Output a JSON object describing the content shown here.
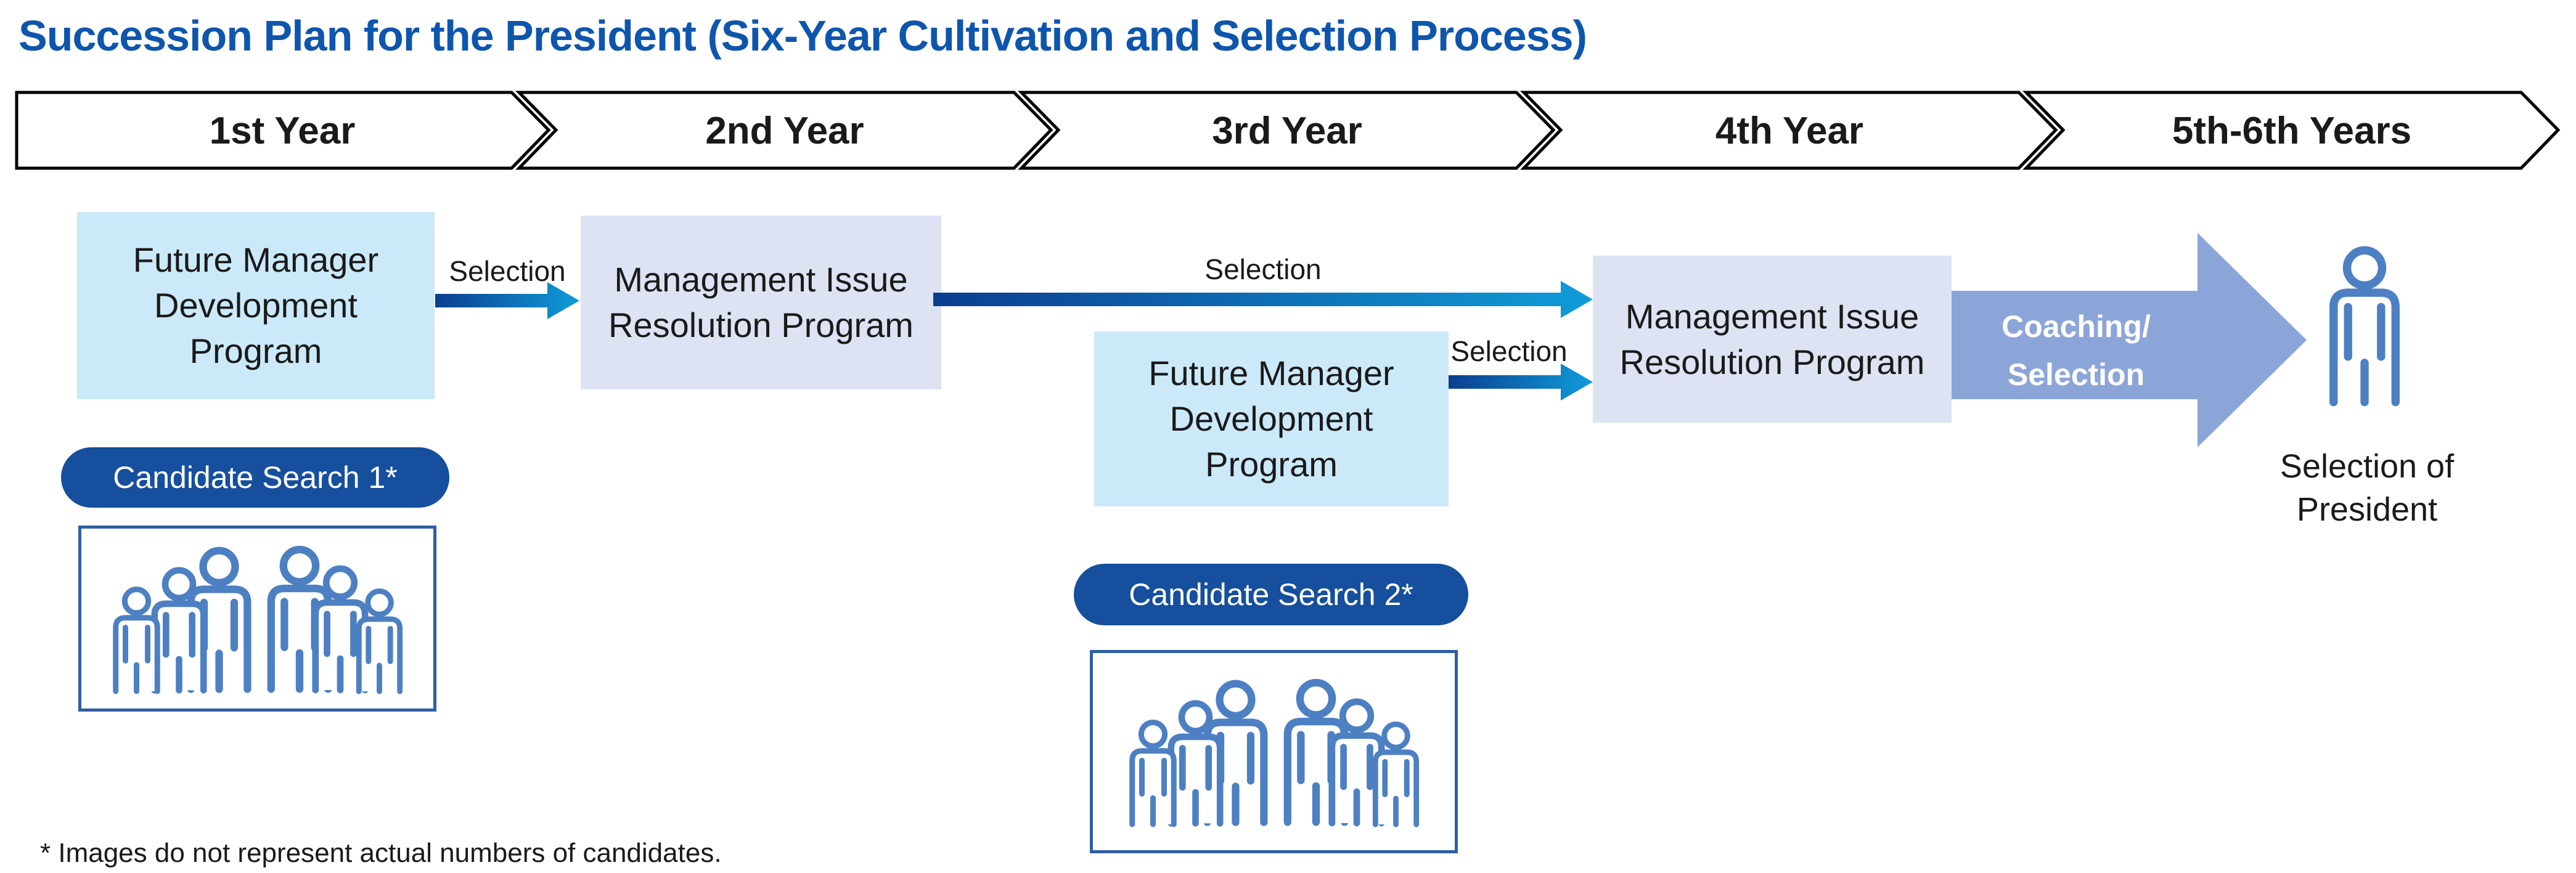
{
  "title": "Succession Plan for the President (Six-Year Cultivation and Selection Process)",
  "timeline": {
    "segments": [
      "1st Year",
      "2nd Year",
      "3rd Year",
      "4th Year",
      "5th-6th Years"
    ]
  },
  "boxes": {
    "fmdp_year1": "Future Manager\nDevelopment\nProgram",
    "mirp_year2": "Management Issue\nResolution Program",
    "fmdp_year3": "Future Manager\nDevelopment\nProgram",
    "mirp_year4": "Management Issue\nResolution Program"
  },
  "labels": {
    "selection_1": "Selection",
    "selection_2": "Selection",
    "selection_3": "Selection",
    "coaching": "Coaching/\nSelection",
    "selection_of_president": "Selection of\nPresident"
  },
  "badges": {
    "candidate_search_1": "Candidate Search 1*",
    "candidate_search_2": "Candidate Search 2*"
  },
  "footnote": "* Images do not represent actual numbers of candidates.",
  "colors": {
    "title-blue": "#0e56ad",
    "program-light-blue": "#cbe9f9",
    "program-lavender": "#dde3f2",
    "arrow-grad-start": "#0b3e8f",
    "arrow-grad-end": "#109cd9",
    "coaching-arrow-fill": "#8ca5d9",
    "badge-blue": "#164f9e",
    "people-icon-blue": "#4d80c2",
    "people-box-border": "#2e5fa3",
    "chevron-border": "#000000",
    "text-dark": "#1a1a1a"
  }
}
